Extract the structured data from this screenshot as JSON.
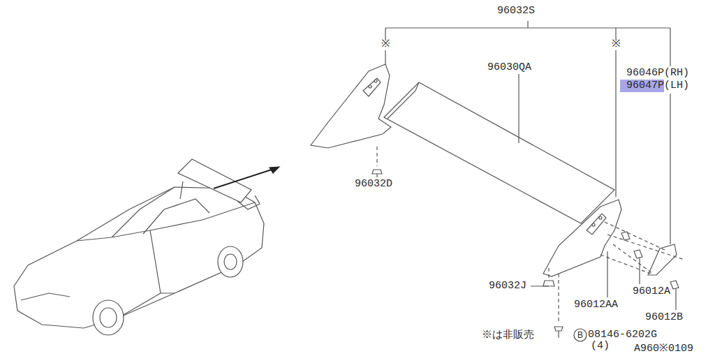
{
  "diagram": {
    "nodes": [
      {
        "text": [
          "B"
        ]
      }
    ],
    "labels": [
      "96032S",
      "※",
      "※",
      "96030QA",
      "96046P(RH)",
      "96047P(LH)",
      "96032D",
      "96032J",
      "96012A",
      "96012AA",
      "96012B",
      "08146-6202G",
      "(4)",
      "※は非販売",
      "A960※0109"
    ]
  }
}
